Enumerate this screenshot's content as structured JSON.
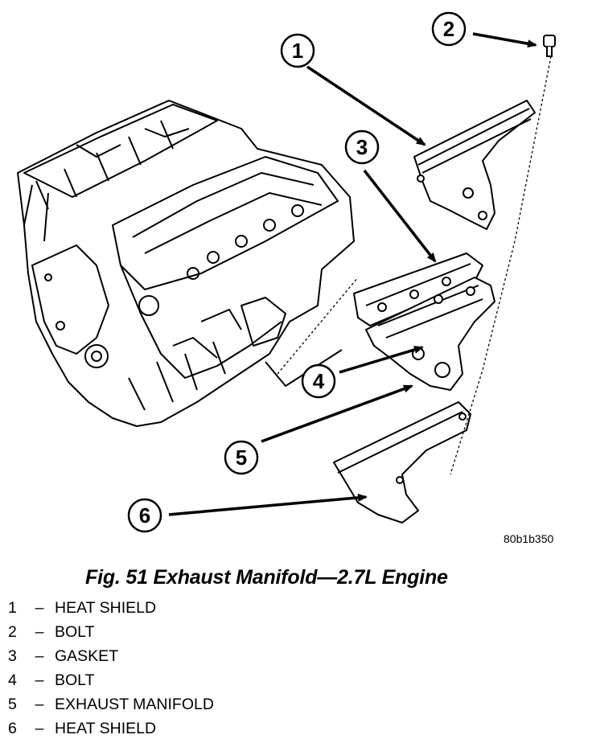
{
  "figure": {
    "image_code": "80b1b350",
    "caption": "Fig. 51 Exhaust Manifold—2.7L Engine",
    "callouts": [
      {
        "number": "1",
        "label": "HEAT SHIELD"
      },
      {
        "number": "2",
        "label": "BOLT"
      },
      {
        "number": "3",
        "label": "GASKET"
      },
      {
        "number": "4",
        "label": "BOLT"
      },
      {
        "number": "5",
        "label": "EXHAUST MANIFOLD"
      },
      {
        "number": "6",
        "label": "HEAT SHIELD"
      }
    ]
  },
  "legend": {
    "separator": "–",
    "items": [
      {
        "number": "1",
        "label": "HEAT SHIELD"
      },
      {
        "number": "2",
        "label": "BOLT"
      },
      {
        "number": "3",
        "label": "GASKET"
      },
      {
        "number": "4",
        "label": "BOLT"
      },
      {
        "number": "5",
        "label": "EXHAUST MANIFOLD"
      },
      {
        "number": "6",
        "label": "HEAT SHIELD"
      }
    ]
  }
}
